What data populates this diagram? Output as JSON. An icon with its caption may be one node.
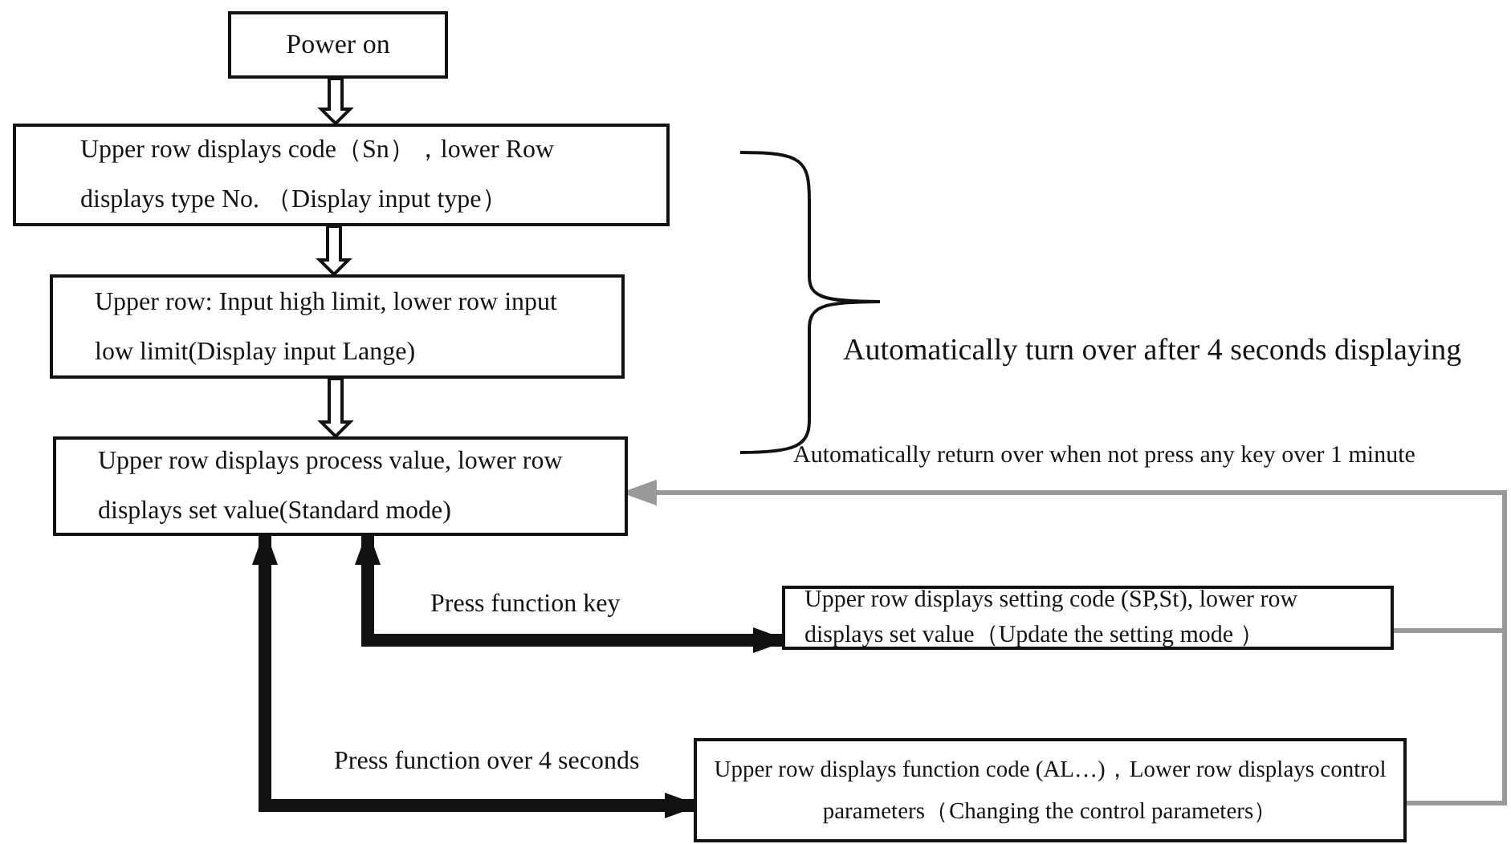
{
  "diagram": {
    "nodes": [
      {
        "text": [
          "Power on"
        ]
      },
      {
        "text": [
          "Upper row displays code（Sn），lower Row displays type No. （Display input type）"
        ]
      },
      {
        "text": [
          "Upper row: Input high limit, lower row input low limit(Display input Lange)"
        ]
      },
      {
        "text": [
          "Upper row displays process value, lower row displays set value(Standard mode)"
        ]
      },
      {
        "text": [
          "Upper row displays setting code (SP,St), lower row displays set value（Update the setting mode ）"
        ]
      },
      {
        "text": [
          "Upper row displays function code (AL…)，Lower row displays control parameters（Changing the control parameters）"
        ]
      }
    ],
    "edges": [
      {
        "from": 0,
        "to": 1,
        "arrow": "to"
      },
      {
        "from": 1,
        "to": 2,
        "arrow": "to"
      },
      {
        "from": 2,
        "to": 3,
        "arrow": "to"
      },
      {
        "from": 3,
        "to": 4,
        "arrow": "both",
        "label": "Press function key",
        "style": "thick"
      },
      {
        "from": 3,
        "to": 5,
        "arrow": "both",
        "label": "Press function over 4 seconds",
        "style": "thick"
      },
      {
        "from": 4,
        "to": 3,
        "arrow": "to",
        "label": "Automatically return over when not press any key over 1 minute",
        "color": "#999999"
      },
      {
        "from": 5,
        "to": 3,
        "arrow": "to",
        "color": "#999999"
      }
    ],
    "labels": [
      "Automatically turn over after 4 seconds displaying"
    ]
  }
}
